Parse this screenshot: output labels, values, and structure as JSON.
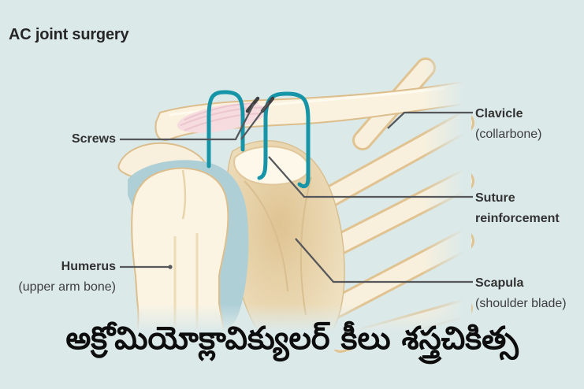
{
  "title": "AC joint surgery",
  "caption": "అక్రోమియోక్లావిక్యులర్ కీలు శస్త్రచికిత్స",
  "labels": {
    "screws": "Screws",
    "clavicle": "Clavicle",
    "clavicle_sub": "(collarbone)",
    "suture_line1": "Suture",
    "suture_line2": "reinforcement",
    "humerus": "Humerus",
    "humerus_sub": "(upper arm bone)",
    "scapula": "Scapula",
    "scapula_sub": "(shoulder blade)"
  },
  "colors": {
    "background": "#dce9e9",
    "bone_fill": "#f8f0dc",
    "bone_outline": "#e0c391",
    "scapula_shade": "#dfc493",
    "cartilage": "#aecfd6",
    "muscle": "#f6dbdf",
    "suture": "#1795a8",
    "screw": "#3f4042",
    "leader_line": "#56575b",
    "text": "#262626"
  }
}
